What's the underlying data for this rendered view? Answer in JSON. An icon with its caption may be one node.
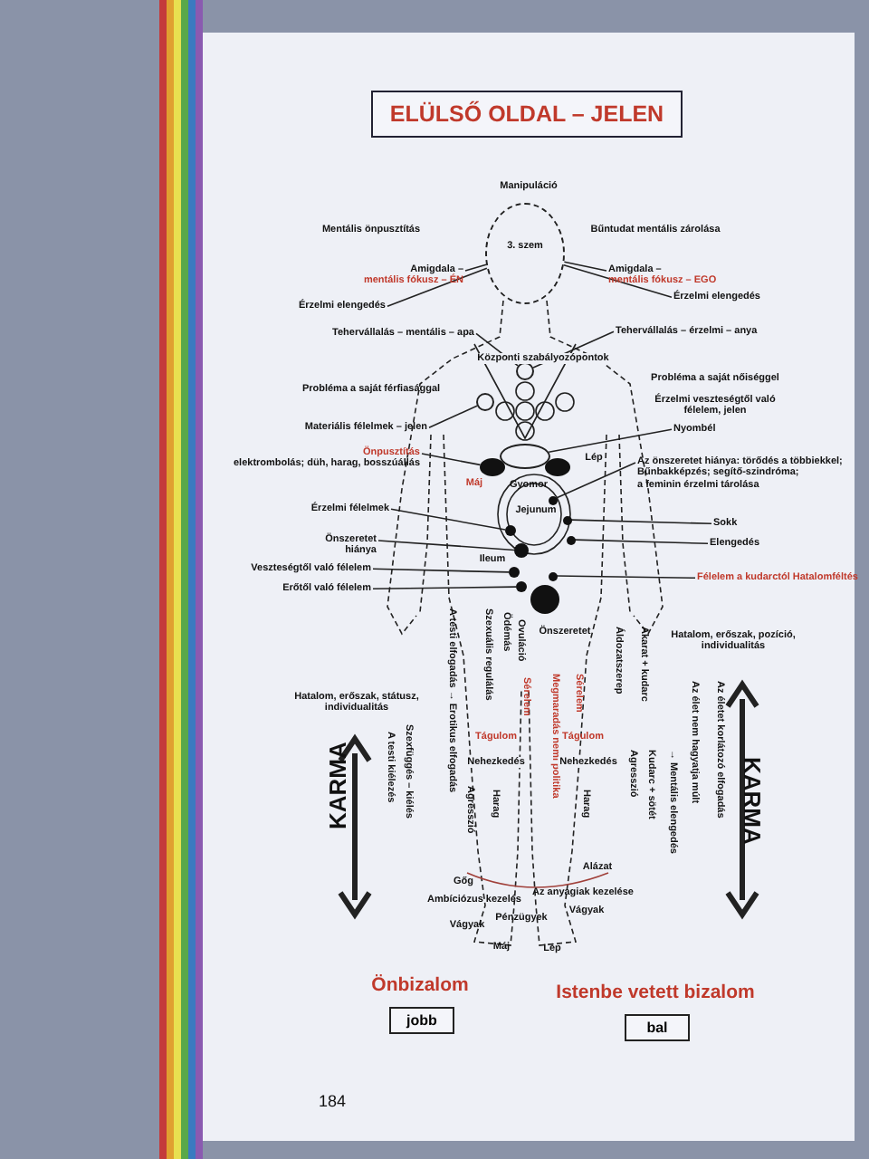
{
  "diagram": {
    "title": "ELÜLSŐ OLDAL – JELEN",
    "nodes": [
      {
        "text": [
          "Amigdala –",
          "mentális fókusz – ÉN"
        ]
      },
      {
        "text": [
          "Érzelmi elengedés"
        ]
      },
      {
        "text": [
          "Tehervállalás – mentális – apa"
        ]
      },
      {
        "text": [
          "Materiális félelmek – jelen"
        ]
      },
      {
        "text": [
          "Önpusztítás",
          "elektrombolás; düh, harag, bosszúállás"
        ]
      },
      {
        "text": [
          "Érzelmi félelmek"
        ]
      },
      {
        "text": [
          "Önszeretet",
          "hiánya"
        ]
      },
      {
        "text": [
          "Veszteségtől való félelem"
        ]
      },
      {
        "text": [
          "Erőtől való félelem"
        ]
      },
      {
        "text": [
          "Amigdala –",
          "mentális fókusz – EGO"
        ]
      },
      {
        "text": [
          "Érzelmi elengedés"
        ]
      },
      {
        "text": [
          "Tehervállalás – érzelmi – anya"
        ]
      },
      {
        "text": [
          "Nyombél"
        ]
      },
      {
        "text": [
          "Az önszeretet hiánya: törődés a többiekkel;",
          "Bűnbakképzés; segítő-szindróma;",
          "a feminin érzelmi tárolása"
        ]
      },
      {
        "text": [
          "Sokk"
        ]
      },
      {
        "text": [
          "Elengedés"
        ]
      },
      {
        "text": [
          "Félelem a kudarctól Hatalomféltés"
        ]
      },
      {
        "text": [
          "jobb"
        ],
        "beside": [
          "Önbizalom"
        ]
      },
      {
        "text": [
          "bal"
        ],
        "beside": [
          "Istenbe vetett bizalom"
        ]
      },
      {
        "text": [
          "3. szem"
        ]
      },
      {
        "text": [],
        "shape": "circle"
      },
      {
        "text": [],
        "shape": "circle"
      },
      {
        "text": [],
        "shape": "circle"
      },
      {
        "text": [],
        "shape": "circle"
      },
      {
        "text": [],
        "shape": "circle"
      },
      {
        "text": [],
        "shape": "circle"
      },
      {
        "text": [],
        "shape": "circle"
      },
      {
        "text": [],
        "shape": "circle"
      },
      {
        "text": [],
        "shape": "circle"
      },
      {
        "text": [],
        "shape": "circle"
      },
      {
        "text": [],
        "shape": "circle"
      },
      {
        "text": [],
        "shape": "circle"
      },
      {
        "text": [],
        "shape": "circle"
      }
    ],
    "edges": [
      {
        "from": 0,
        "to": 19,
        "arrow": "none"
      },
      {
        "from": 1,
        "to": 19,
        "arrow": "none"
      },
      {
        "from": 2,
        "to": 20,
        "arrow": "none"
      },
      {
        "from": 3,
        "to": 21,
        "arrow": "none"
      },
      {
        "from": 4,
        "to": 23,
        "arrow": "none"
      },
      {
        "from": 5,
        "to": 26,
        "arrow": "none"
      },
      {
        "from": 6,
        "to": 28,
        "arrow": "none"
      },
      {
        "from": 7,
        "to": 30,
        "arrow": "none"
      },
      {
        "from": 8,
        "to": 32,
        "arrow": "none"
      },
      {
        "from": 9,
        "to": 19,
        "arrow": "none"
      },
      {
        "from": 10,
        "to": 19,
        "arrow": "none"
      },
      {
        "from": 11,
        "to": 20,
        "arrow": "none"
      },
      {
        "from": 12,
        "to": 22,
        "arrow": "none"
      },
      {
        "from": 13,
        "to": 25,
        "arrow": "none"
      },
      {
        "from": 14,
        "to": 27,
        "arrow": "none"
      },
      {
        "from": 15,
        "to": 29,
        "arrow": "none"
      },
      {
        "from": 16,
        "to": 31,
        "arrow": "none"
      }
    ],
    "labels": [
      "Manipuláció",
      "Mentális önpusztítás",
      "Bűntudat mentális zárolása",
      "Központi szabályozópontok",
      "Probléma a saját férfiasággal",
      "Probléma a saját nőiséggel",
      "Érzelmi veszteségtől való félelem, jelen",
      "Lép",
      "Máj",
      "Gyomor",
      "Jejunum",
      "Ileum",
      "Önszeretet",
      "Hatalom, erőszak, státusz, individualitás",
      "KARMA",
      "Hatalom, erőszak, pozíció, individualitás",
      "KARMA",
      "A testi elfogadás → Erotikus elfogadás",
      "Ovuláció",
      "Ödémás",
      "Szexuális regulálás",
      "Sérelem",
      "Sérelem",
      "Tágulom",
      "Tágulom",
      "Megmaradás nemi politika",
      "Nehezkedés",
      "Nehezkedés",
      "Harag",
      "Harag",
      "Szexfüggés – kiélés",
      "A testi kiélezés",
      "Agresszió",
      "Akarat + kudarc",
      "Áldozatszerep",
      "Az élet nem hagyatja múlt",
      "Kudarc + sötét",
      "Agresszió",
      "→ Mentális elengedés",
      "Az életet korlátozó elfogadás",
      "Alázat",
      "Gőg",
      "Ambíciózus kezelés",
      "Az anyagiak kezelése",
      "Vágyak",
      "Pénzügyek",
      "Vágyak",
      "Máj",
      "Lép",
      "184"
    ]
  }
}
